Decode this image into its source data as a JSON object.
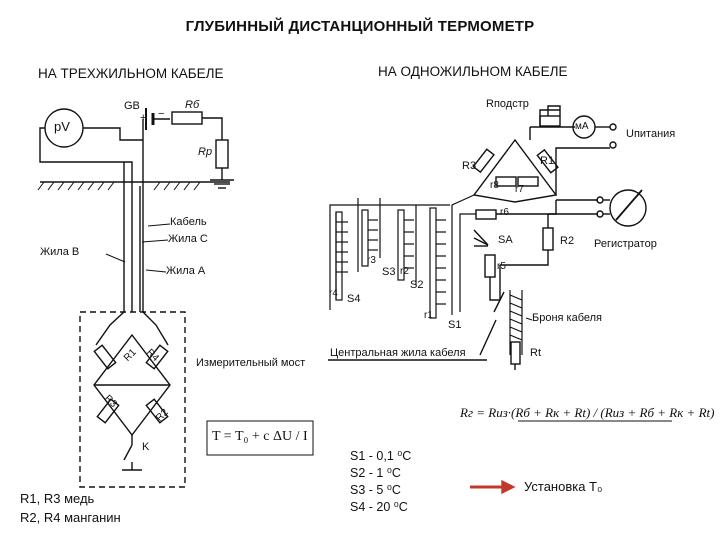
{
  "title": "ГЛУБИННЫЙ ДИСТАНЦИОННЫЙ ТЕРМОМЕТР",
  "left_heading": "НА ТРЕХЖИЛЬНОМ КАБЕЛЕ",
  "right_heading": "НА ОДНОЖИЛЬНОМ КАБЕЛЕ",
  "left_labels": {
    "gb": "GB",
    "pv": "pV",
    "plus": "+",
    "minus": "−",
    "rb": "Rб",
    "rp": "Rр",
    "cable": "Кабель",
    "core_c": "Жила С",
    "core_b": "Жила В",
    "core_a": "Жила А",
    "bridge": "Измерительный мост",
    "r1": "R1",
    "r2": "R2",
    "r3": "R3",
    "r4": "R4",
    "k": "K"
  },
  "notes": [
    "R1, R3  медь",
    "R2, R4  манганин"
  ],
  "formula_left": "T = T₀ + c ΔU / I",
  "right_labels": {
    "r_podstr": "Rподстр",
    "ma": "мА",
    "u": "Uпитания",
    "r1": "R1",
    "r3": "R3",
    "r8": "r8",
    "r7": "r7",
    "r6": "r6",
    "r2": "R2",
    "sa": "SA",
    "r5": "r5",
    "r3s": "r3",
    "s3": "S3",
    "r2s": "r2",
    "s2": "S2",
    "r4": "r4",
    "s4": "S4",
    "r1s": "r1",
    "s1": "S1",
    "registrator": "Регистратор",
    "armor": "Броня кабеля",
    "central": "Центральная жила кабеля",
    "rt": "Rt"
  },
  "switches": [
    "S1  -  0,1 ⁰С",
    "S2  -  1 ⁰С",
    "S3  -  5 ⁰С",
    "S4  -  20 ⁰С"
  ],
  "setting_label": "Установка Т₀",
  "formula_right": "Rг = Rиз·(Rб + Rк + Rt) / (Rиз + Rб + Rк + Rt)"
}
